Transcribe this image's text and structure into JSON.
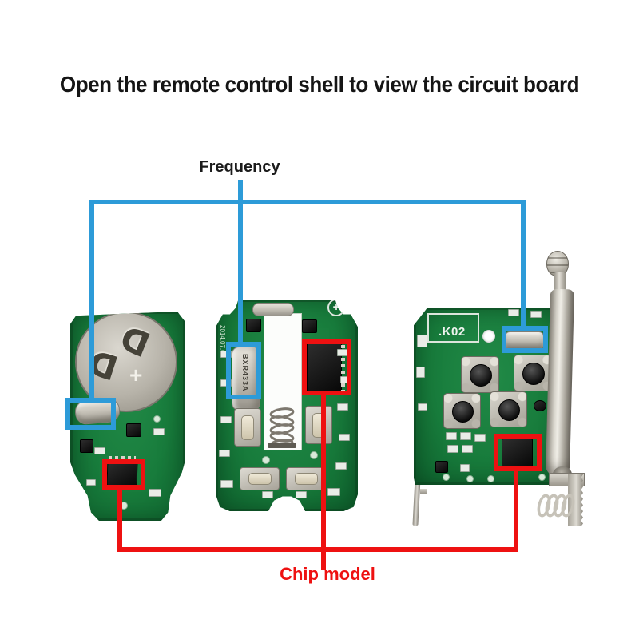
{
  "title": "Open the remote control shell to view the circuit board",
  "annotations": {
    "frequency": {
      "label": "Frequency",
      "color": "#2d9bd8"
    },
    "chip_model": {
      "label": "Chip model",
      "color": "#ee1111"
    }
  },
  "boards": {
    "left_fob": {
      "battery_clip_mark": "D",
      "battery_plus_mark": "+"
    },
    "middle": {
      "crystal_label": "BXR433A",
      "date_code": "2014.07.01",
      "plus_mark": "+"
    },
    "right": {
      "silkscreen_label": ".K02"
    }
  },
  "colors": {
    "background": "#ffffff",
    "pcb_green": "#187c3c",
    "annotation_blue": "#2d9bd8",
    "annotation_red": "#ee1111",
    "metal_silver": "#c6c2b8"
  }
}
